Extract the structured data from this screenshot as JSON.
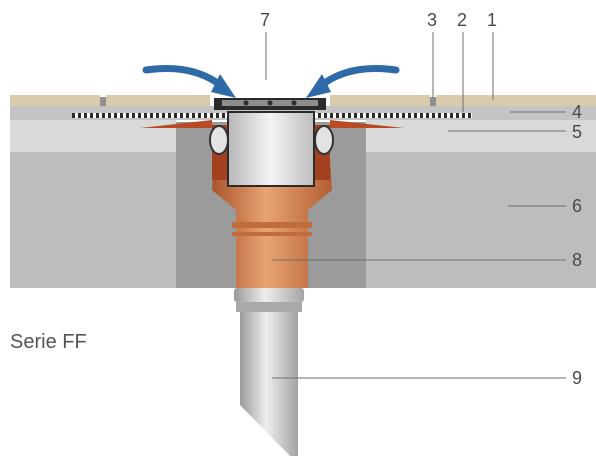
{
  "series_label": "Serie FF",
  "callouts": [
    "1",
    "2",
    "3",
    "4",
    "5",
    "6",
    "7",
    "8",
    "9"
  ],
  "colors": {
    "tile": "#d8ccac",
    "screed": "#bdbdbd",
    "insulation": "#d9d9d9",
    "slab": "#bcbcbc",
    "slab_recess": "#9a9a9a",
    "pipe_copper": "#d88a55",
    "pipe_grey": "#c9c9c9",
    "arrow": "#2f6aa8"
  }
}
